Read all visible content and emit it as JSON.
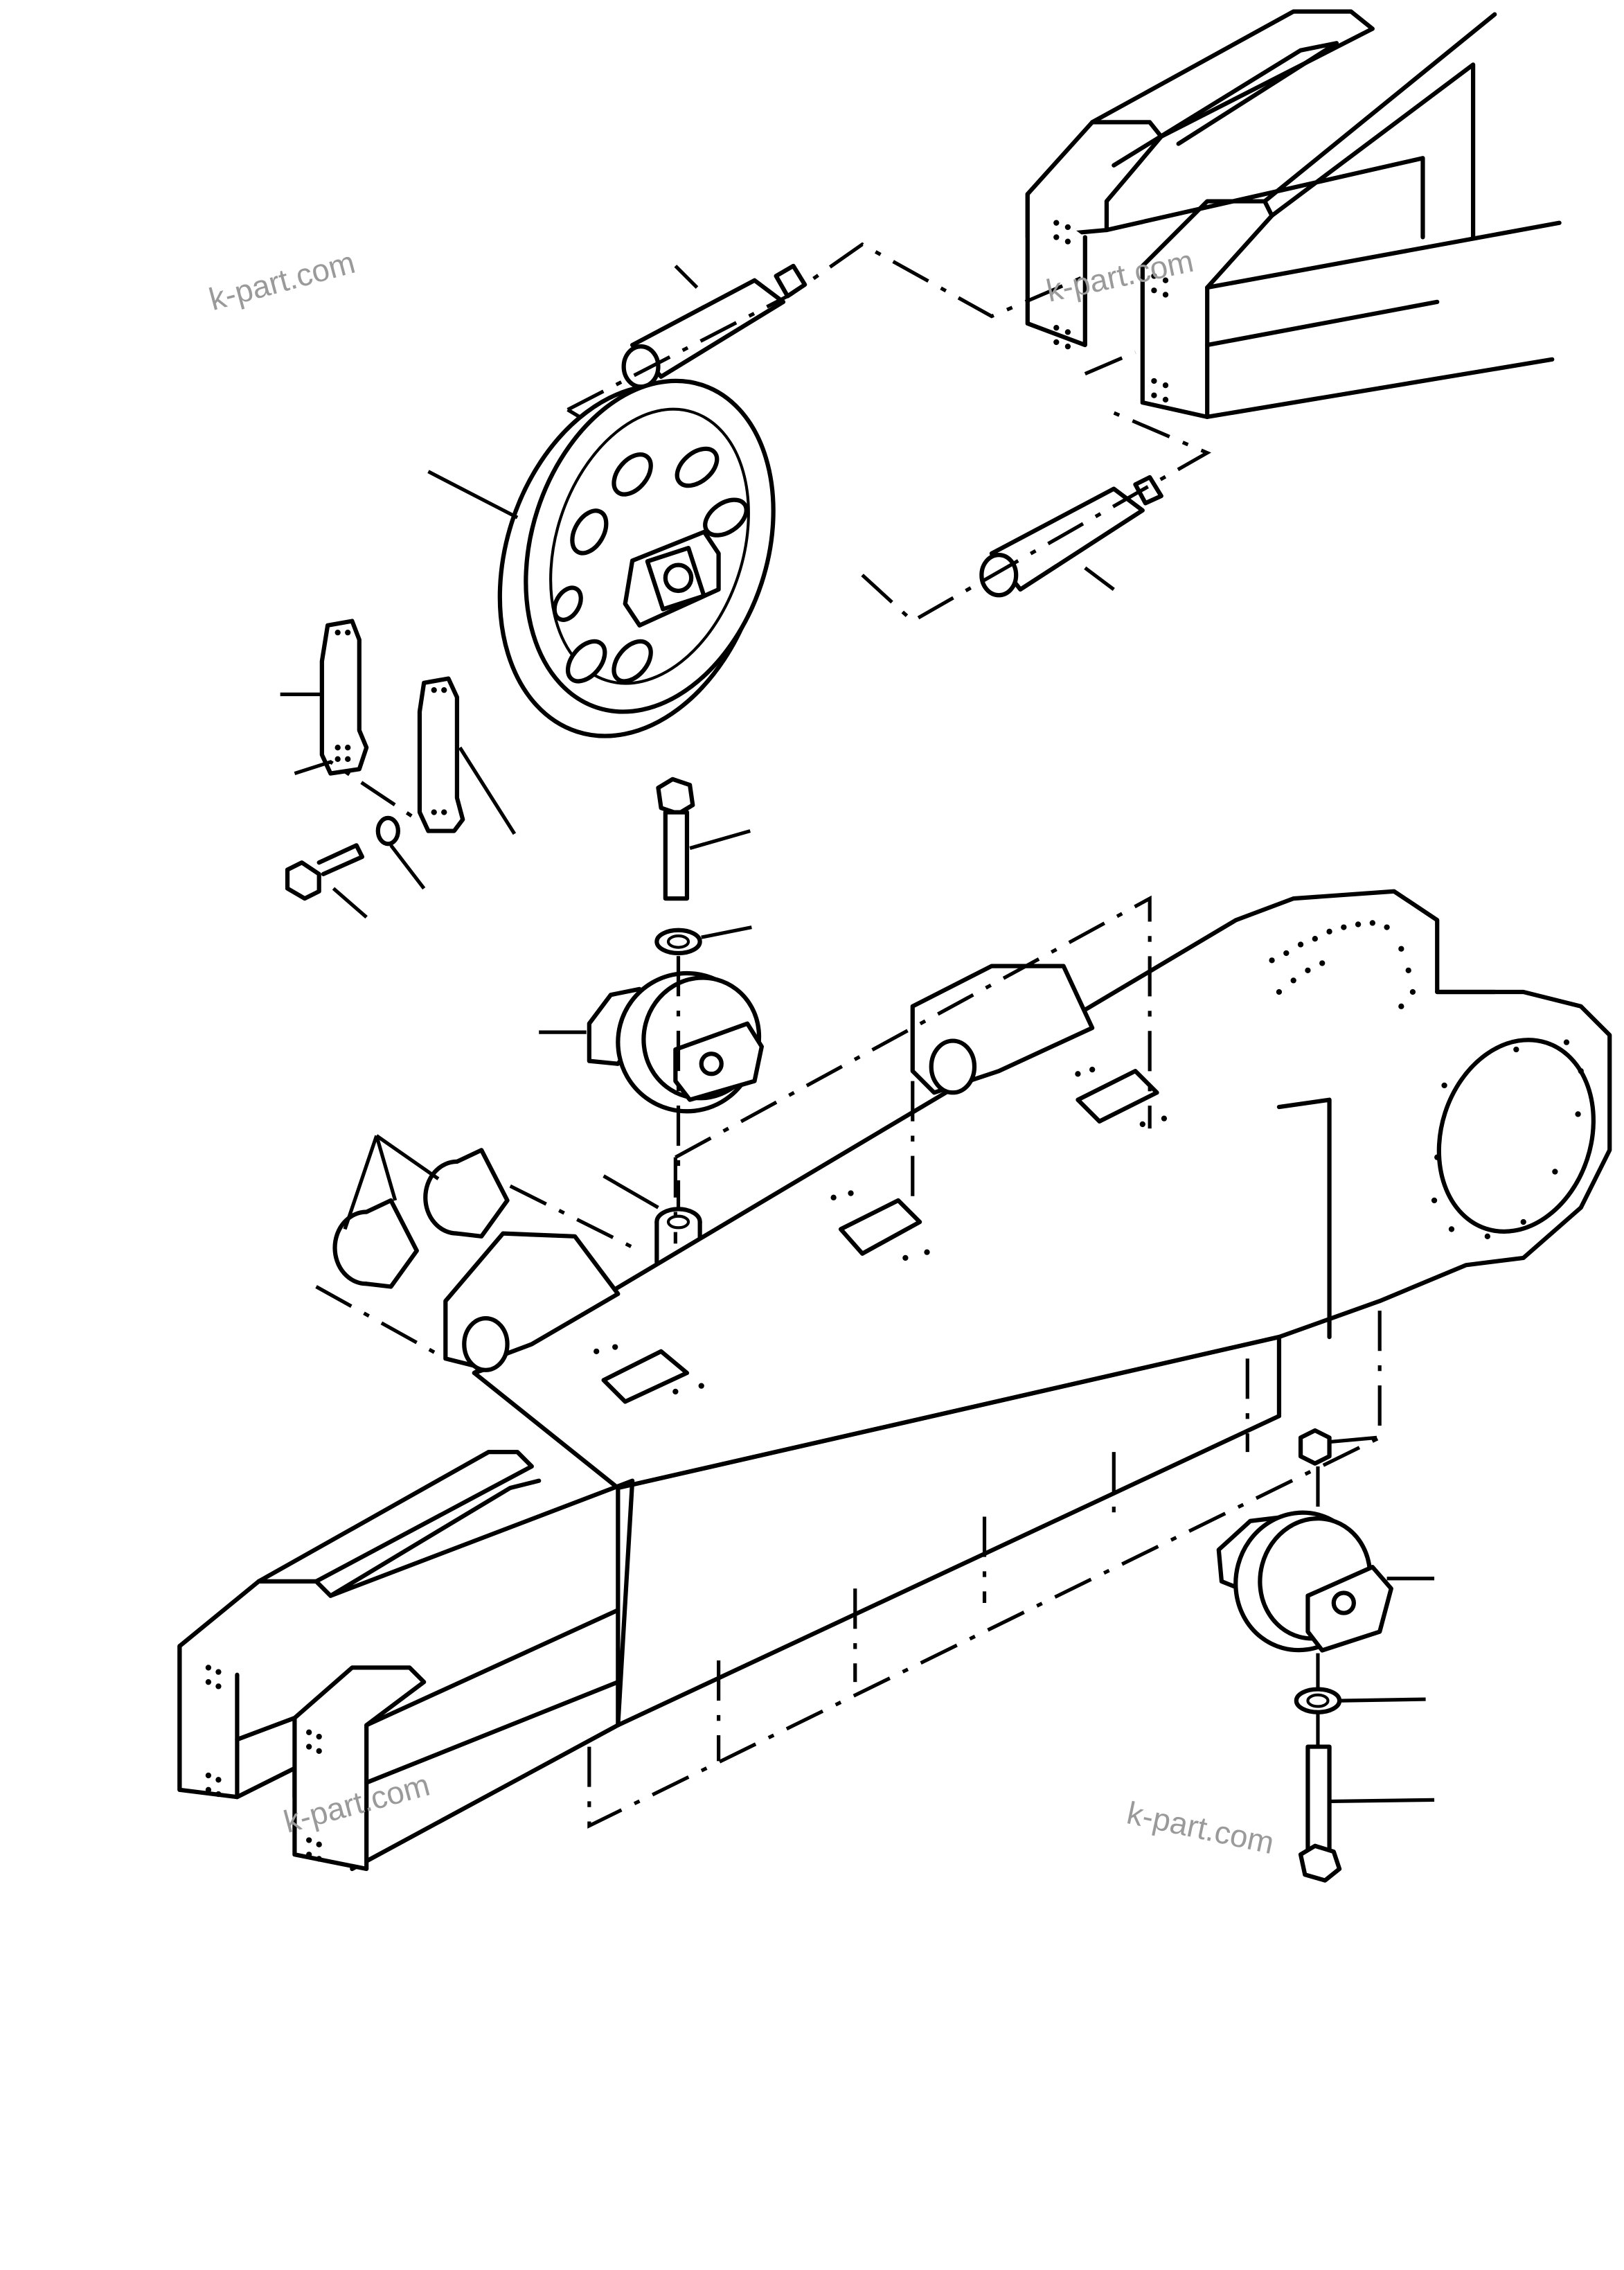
{
  "watermarks": [
    "k-part.com",
    "k-part.com",
    "k-part.com",
    "k-part.com"
  ],
  "colors": {
    "line": "#000000",
    "background": "#ffffff",
    "watermark": "#9a9a9a"
  }
}
